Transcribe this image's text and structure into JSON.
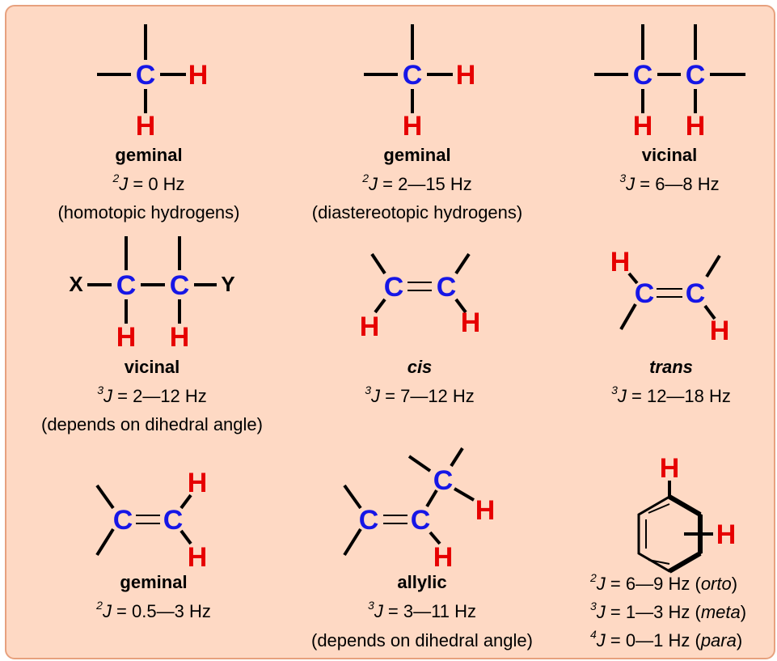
{
  "atoms": {
    "carbon": "C",
    "hydrogen": "H",
    "x": "X",
    "y": "Y"
  },
  "common": {
    "j": "J",
    "hz_eq": " = "
  },
  "entries": [
    {
      "name": "geminal",
      "order": "2",
      "range": "0 Hz",
      "note": "(homotopic hydrogens)"
    },
    {
      "name": "geminal",
      "order": "2",
      "range": "2—15 Hz",
      "note": "(diastereotopic hydrogens)"
    },
    {
      "name": "vicinal",
      "order": "3",
      "range": "6—8 Hz",
      "note": ""
    },
    {
      "name": "vicinal",
      "order": "3",
      "range": "2—12 Hz",
      "note": "(depends on dihedral angle)"
    },
    {
      "name": "cis",
      "order": "3",
      "range": "7—12 Hz",
      "note": ""
    },
    {
      "name": "trans",
      "order": "3",
      "range": "12—18 Hz",
      "note": ""
    },
    {
      "name": "geminal",
      "order": "2",
      "range": "0.5—3 Hz",
      "note": ""
    },
    {
      "name": "allylic",
      "order": "3",
      "range": "3—11 Hz",
      "note": "(depends on dihedral angle)"
    }
  ],
  "aromatic": [
    {
      "order": "2",
      "range": "6—9 Hz",
      "pos": "orto"
    },
    {
      "order": "3",
      "range": "1—3 Hz",
      "pos": "meta"
    },
    {
      "order": "4",
      "range": "0—1 Hz",
      "pos": "para"
    }
  ],
  "colors": {
    "carbon": "#1616e6",
    "hydrogen": "#e60000",
    "background": "#fed9c4",
    "border": "#e7a17e"
  }
}
